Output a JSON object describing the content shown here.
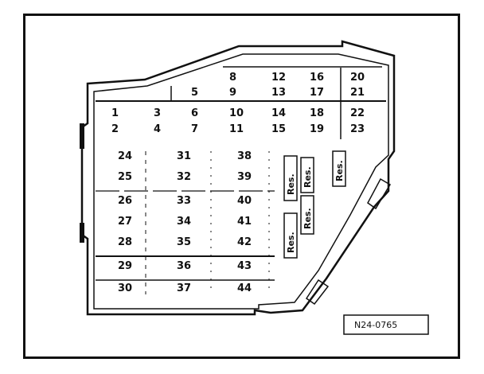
{
  "diagram": {
    "top_rows": [
      [
        "8",
        "12",
        "16",
        "20"
      ],
      [
        "5",
        "9",
        "13",
        "17",
        "21"
      ],
      [
        "1",
        "3",
        "6",
        "10",
        "14",
        "18",
        "22"
      ],
      [
        "2",
        "4",
        "7",
        "11",
        "15",
        "19",
        "23"
      ]
    ],
    "lower_columns": [
      [
        "24",
        "25",
        "26",
        "27",
        "28",
        "29",
        "30"
      ],
      [
        "31",
        "32",
        "33",
        "34",
        "35",
        "36",
        "37"
      ],
      [
        "38",
        "39",
        "40",
        "41",
        "42",
        "43",
        "44"
      ]
    ],
    "reserve_labels": [
      "Res.",
      "Res.",
      "Res.",
      "Res.",
      "Res."
    ],
    "figure_code": "N24-0765"
  }
}
